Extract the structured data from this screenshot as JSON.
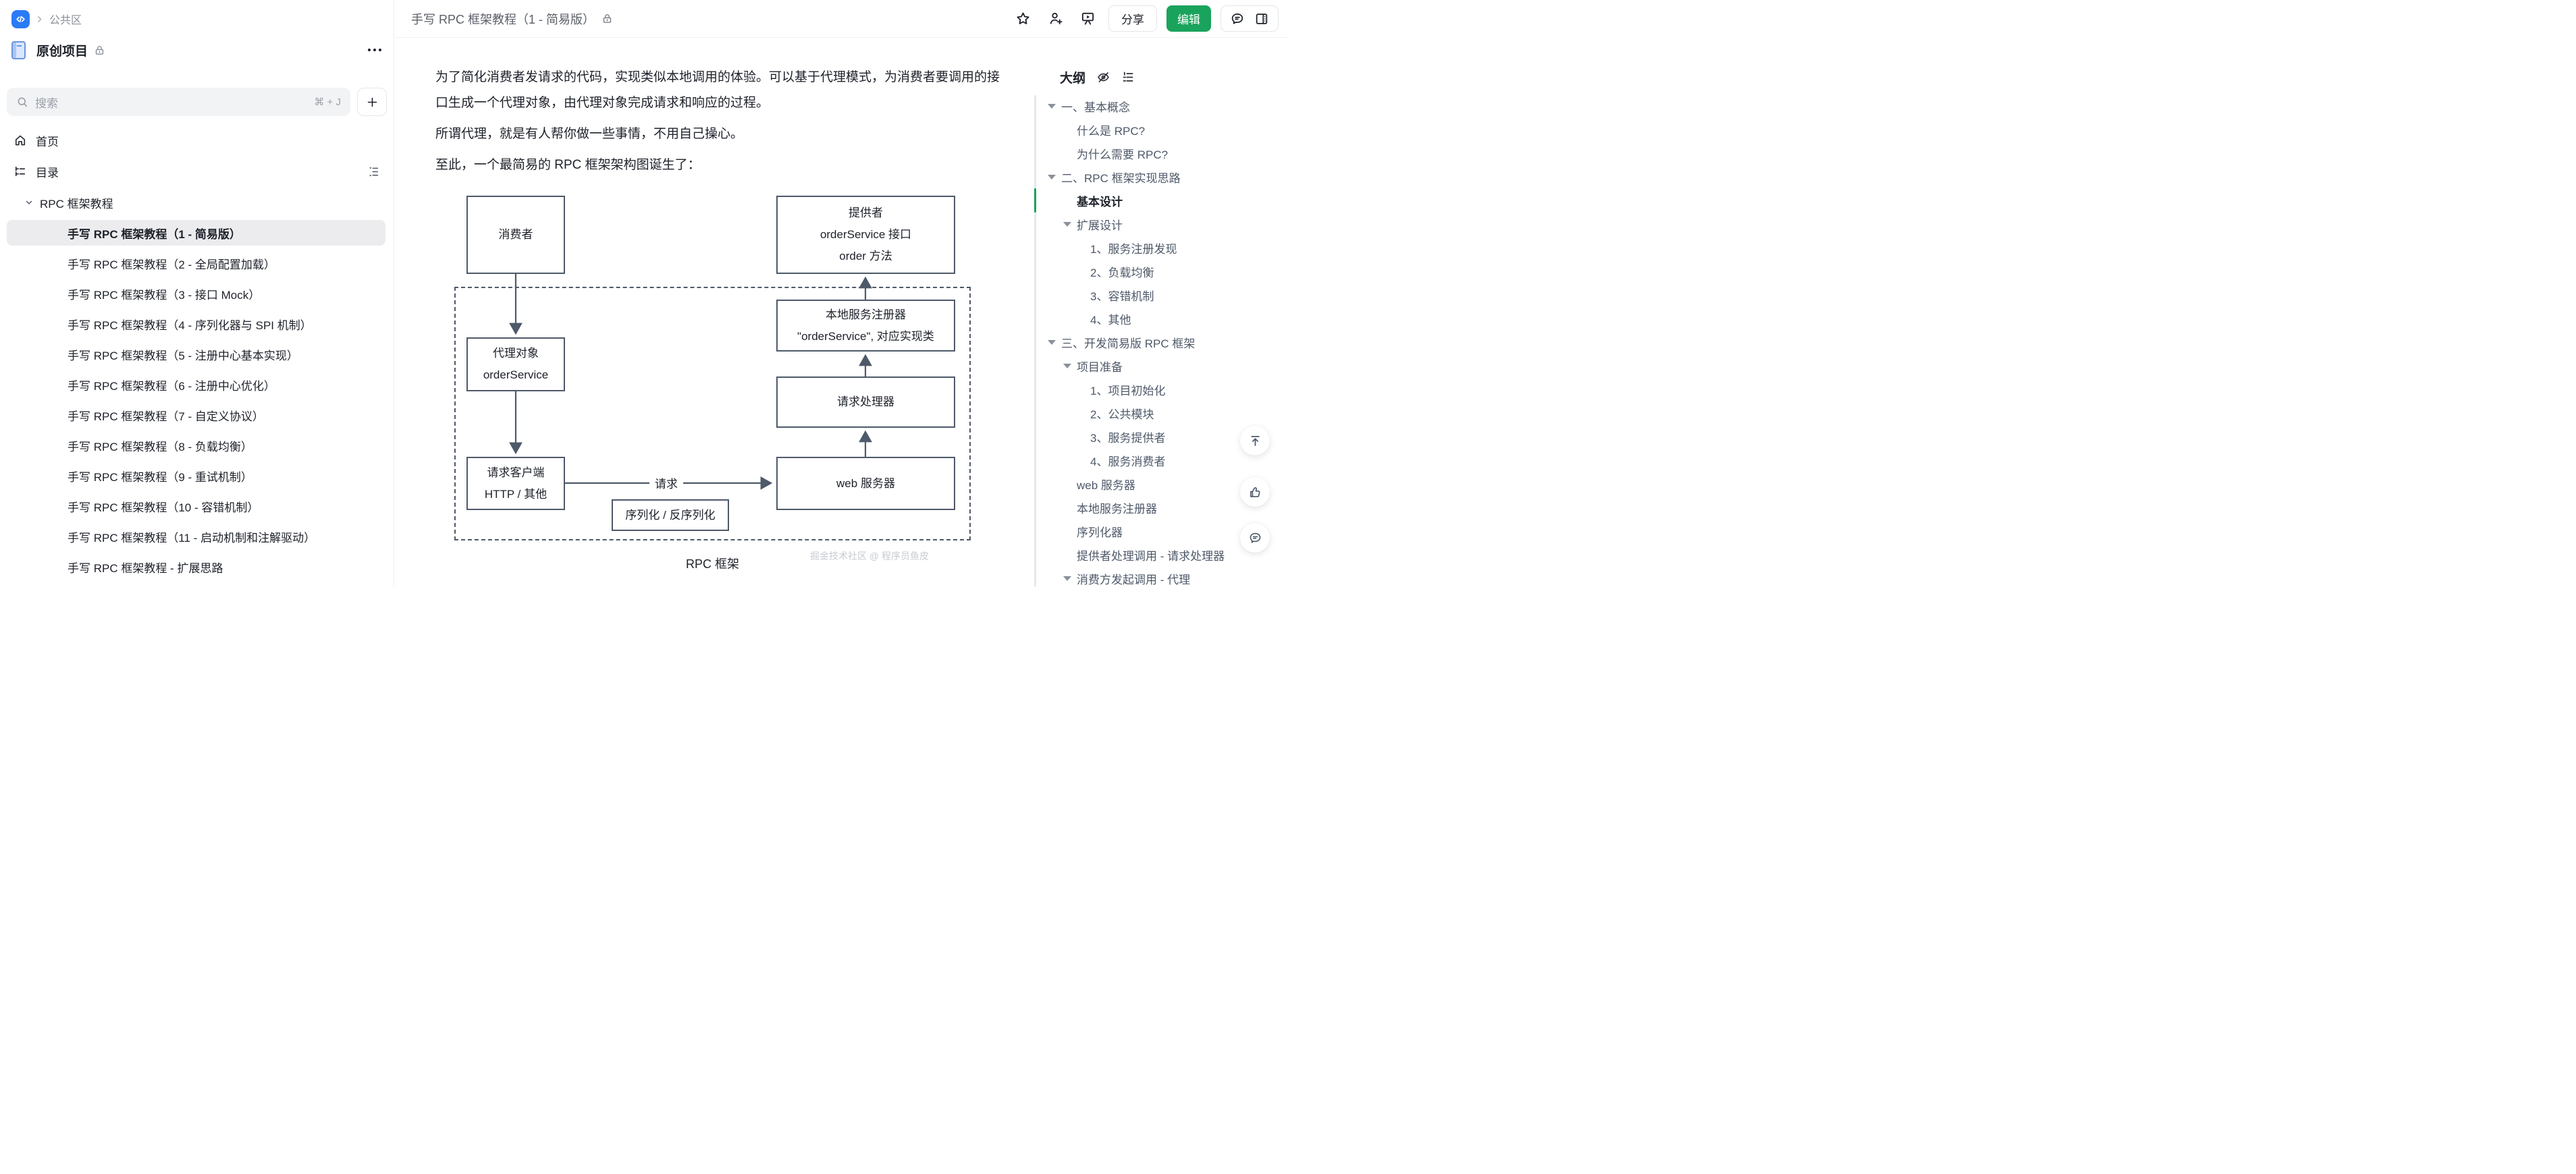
{
  "colors": {
    "accent_green": "#1aa35c",
    "logo_blue": "#2b7bf6",
    "selected_bg": "#ececee",
    "diagram_stroke": "#4e5969",
    "muted_text": "#86909c"
  },
  "sidebar": {
    "breadcrumb": {
      "workspace": "公共区"
    },
    "project": {
      "name": "原创项目"
    },
    "search": {
      "placeholder": "搜索",
      "shortcut": "⌘ + J"
    },
    "nav": [
      {
        "label": "首页"
      },
      {
        "label": "目录"
      }
    ],
    "tree": {
      "root": "RPC 框架教程",
      "items": [
        {
          "label": "手写 RPC 框架教程（1 - 简易版）",
          "selected": true
        },
        {
          "label": "手写 RPC 框架教程（2 - 全局配置加载）",
          "selected": false
        },
        {
          "label": "手写 RPC 框架教程（3 - 接口 Mock）",
          "selected": false
        },
        {
          "label": "手写 RPC 框架教程（4 - 序列化器与 SPI 机制）",
          "selected": false
        },
        {
          "label": "手写 RPC 框架教程（5 - 注册中心基本实现）",
          "selected": false
        },
        {
          "label": "手写 RPC 框架教程（6 - 注册中心优化）",
          "selected": false
        },
        {
          "label": "手写 RPC 框架教程（7 - 自定义协议）",
          "selected": false
        },
        {
          "label": "手写 RPC 框架教程（8 - 负载均衡）",
          "selected": false
        },
        {
          "label": "手写 RPC 框架教程（9 - 重试机制）",
          "selected": false
        },
        {
          "label": "手写 RPC 框架教程（10 - 容错机制）",
          "selected": false
        },
        {
          "label": "手写 RPC 框架教程（11 - 启动机制和注解驱动）",
          "selected": false
        },
        {
          "label": "手写 RPC 框架教程 - 扩展思路",
          "selected": false
        }
      ]
    }
  },
  "header": {
    "title": "手写 RPC 框架教程（1 - 简易版）",
    "share_label": "分享",
    "edit_label": "编辑"
  },
  "content": {
    "paragraphs": [
      {
        "lines": [
          "为了简化消费者发请求的代码，实现类似本地调用的体验。可以基于代理模式，为消费者要调用的接",
          "口生成一个代理对象，由代理对象完成请求和响应的过程。"
        ]
      },
      {
        "lines": [
          "所谓代理，就是有人帮你做一些事情，不用自己操心。"
        ]
      },
      {
        "lines": [
          "至此，一个最简易的 RPC 框架架构图诞生了："
        ]
      }
    ],
    "diagram": {
      "nodes": {
        "consumer": "消费者",
        "provider": [
          "提供者",
          "orderService 接口",
          "order 方法"
        ],
        "proxy": [
          "代理对象",
          "orderService"
        ],
        "registry": [
          "本地服务注册器",
          "\"orderService\", 对应实现类"
        ],
        "handler": "请求处理器",
        "client": [
          "请求客户端",
          "HTTP / 其他"
        ],
        "webserver": "web 服务器",
        "serializer": "序列化 / 反序列化"
      },
      "edge_label": "请求",
      "caption": "RPC 框架"
    }
  },
  "outline": {
    "title": "大纲",
    "items": [
      {
        "level": 1,
        "caret": true,
        "active": false,
        "label": "一、基本概念"
      },
      {
        "level": 2,
        "caret": false,
        "active": false,
        "label": "什么是 RPC?"
      },
      {
        "level": 2,
        "caret": false,
        "active": false,
        "label": "为什么需要 RPC?"
      },
      {
        "level": 1,
        "caret": true,
        "active": false,
        "label": "二、RPC 框架实现思路"
      },
      {
        "level": 2,
        "caret": false,
        "active": true,
        "label": "基本设计"
      },
      {
        "level": 2,
        "caret": true,
        "active": false,
        "label": "扩展设计"
      },
      {
        "level": 3,
        "caret": false,
        "active": false,
        "label": "1、服务注册发现"
      },
      {
        "level": 3,
        "caret": false,
        "active": false,
        "label": "2、负载均衡"
      },
      {
        "level": 3,
        "caret": false,
        "active": false,
        "label": "3、容错机制"
      },
      {
        "level": 3,
        "caret": false,
        "active": false,
        "label": "4、其他"
      },
      {
        "level": 1,
        "caret": true,
        "active": false,
        "label": "三、开发简易版 RPC 框架"
      },
      {
        "level": 2,
        "caret": true,
        "active": false,
        "label": "项目准备"
      },
      {
        "level": 3,
        "caret": false,
        "active": false,
        "label": "1、项目初始化"
      },
      {
        "level": 3,
        "caret": false,
        "active": false,
        "label": "2、公共模块"
      },
      {
        "level": 3,
        "caret": false,
        "active": false,
        "label": "3、服务提供者"
      },
      {
        "level": 3,
        "caret": false,
        "active": false,
        "label": "4、服务消费者"
      },
      {
        "level": 2,
        "caret": false,
        "active": false,
        "label": "web 服务器"
      },
      {
        "level": 2,
        "caret": false,
        "active": false,
        "label": "本地服务注册器"
      },
      {
        "level": 2,
        "caret": false,
        "active": false,
        "label": "序列化器"
      },
      {
        "level": 2,
        "caret": false,
        "active": false,
        "label": "提供者处理调用 - 请求处理器"
      },
      {
        "level": 2,
        "caret": true,
        "active": false,
        "label": "消费方发起调用 - 代理"
      }
    ]
  },
  "watermark": "掘金技术社区 @ 程序员鱼皮"
}
